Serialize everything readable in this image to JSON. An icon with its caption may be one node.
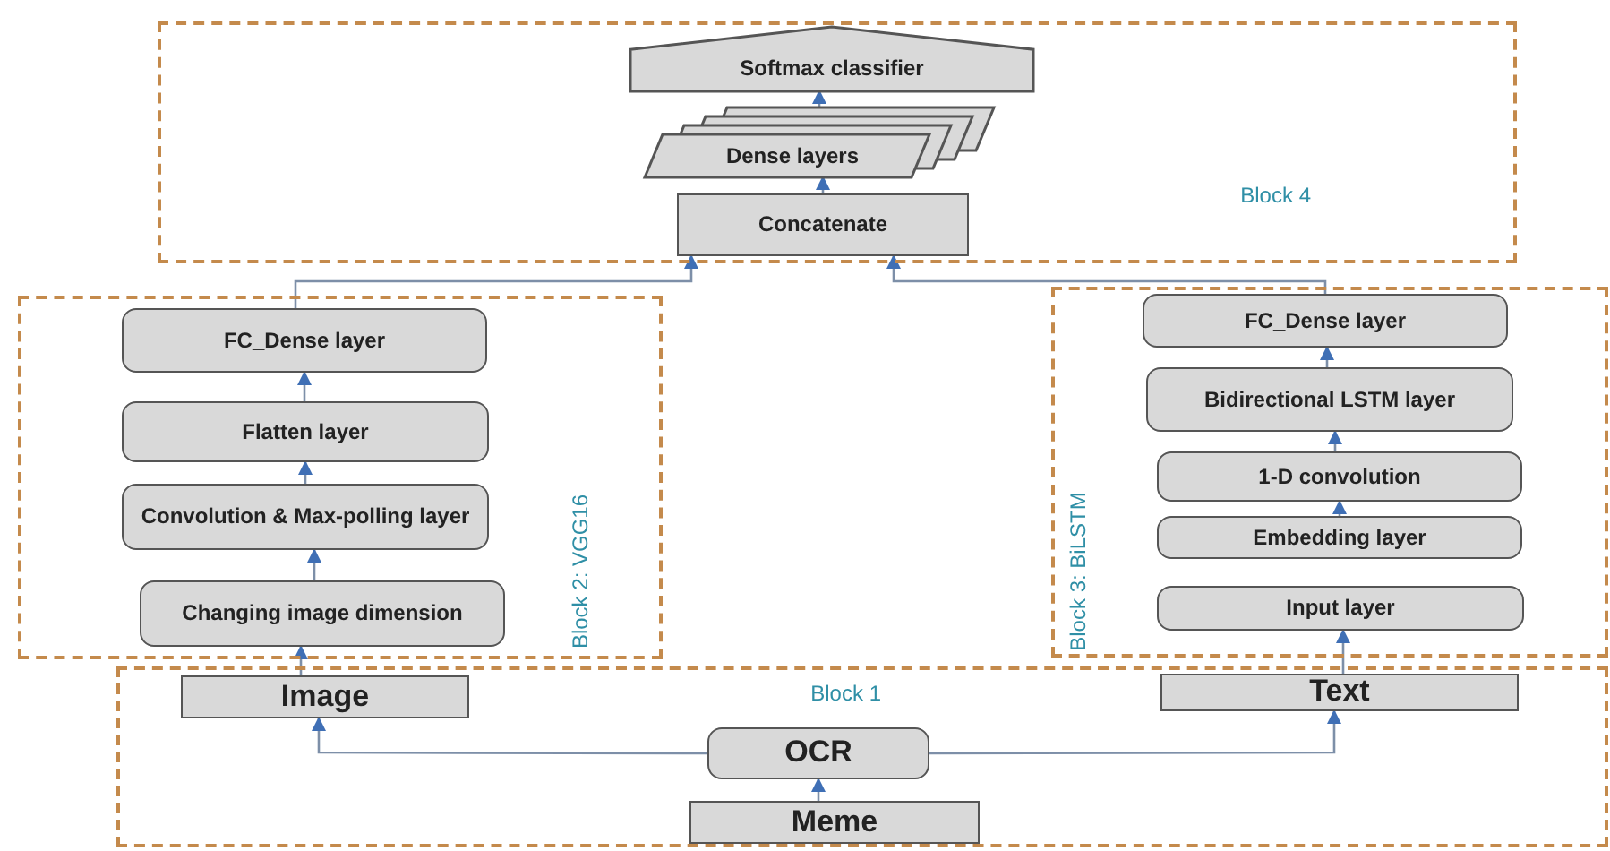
{
  "diagram": {
    "nodes": [
      {
        "text": [
          "Block 4"
        ]
      },
      {
        "text": [
          "Softmax classifier"
        ],
        "in": 0
      },
      {
        "text": [
          "Dense layers"
        ],
        "in": 0
      },
      {
        "text": [
          "Concatenate"
        ],
        "in": 0
      },
      {
        "text": [
          "Block 2: VGG16"
        ]
      },
      {
        "text": [
          "FC_Dense layer"
        ],
        "in": 4
      },
      {
        "text": [
          "Flatten layer"
        ],
        "in": 4
      },
      {
        "text": [
          "Convolution & Max-polling layer"
        ],
        "in": 4
      },
      {
        "text": [
          "Changing image dimension"
        ],
        "in": 4
      },
      {
        "text": [
          "Block 3: BiLSTM"
        ]
      },
      {
        "text": [
          "FC_Dense layer"
        ],
        "in": 9
      },
      {
        "text": [
          "Bidirectional LSTM layer"
        ],
        "in": 9
      },
      {
        "text": [
          "1-D convolution"
        ],
        "in": 9
      },
      {
        "text": [
          "Embedding layer"
        ],
        "in": 9
      },
      {
        "text": [
          "Input layer"
        ],
        "in": 9
      },
      {
        "text": [
          "Block 1"
        ]
      },
      {
        "text": [
          "Image"
        ],
        "in": 15
      },
      {
        "text": [
          "Text"
        ],
        "in": 15
      },
      {
        "text": [
          "OCR"
        ],
        "in": 15
      },
      {
        "text": [
          "Meme"
        ],
        "in": 15
      }
    ],
    "edges": [
      {
        "from": 19,
        "to": 18,
        "arrow": "to"
      },
      {
        "from": 18,
        "to": 16,
        "arrow": "to"
      },
      {
        "from": 18,
        "to": 17,
        "arrow": "to"
      },
      {
        "from": 16,
        "to": 8,
        "arrow": "to"
      },
      {
        "from": 8,
        "to": 7,
        "arrow": "to"
      },
      {
        "from": 7,
        "to": 6,
        "arrow": "to"
      },
      {
        "from": 6,
        "to": 5,
        "arrow": "to"
      },
      {
        "from": 5,
        "to": 3,
        "arrow": "to"
      },
      {
        "from": 17,
        "to": 14,
        "arrow": "to"
      },
      {
        "from": 13,
        "to": 12,
        "arrow": "to"
      },
      {
        "from": 12,
        "to": 11,
        "arrow": "to"
      },
      {
        "from": 11,
        "to": 10,
        "arrow": "to"
      },
      {
        "from": 10,
        "to": 3,
        "arrow": "to"
      },
      {
        "from": 3,
        "to": 2,
        "arrow": "to"
      },
      {
        "from": 2,
        "to": 1,
        "arrow": "to"
      }
    ]
  }
}
